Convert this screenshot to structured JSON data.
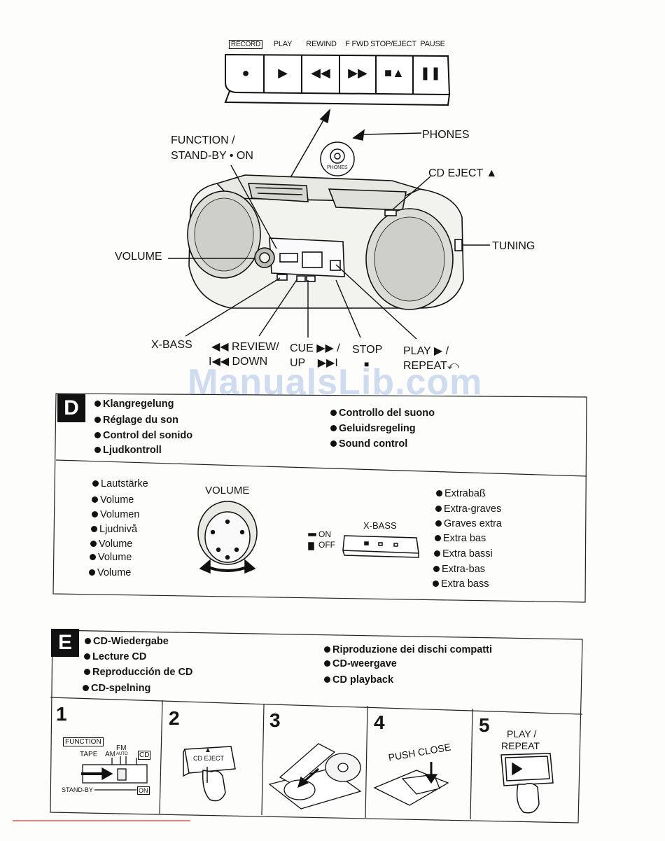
{
  "tape_panel": {
    "labels": [
      "RECORD",
      "PLAY",
      "REWIND",
      "F FWD",
      "STOP/EJECT",
      "PAUSE"
    ],
    "symbols": [
      "●",
      "▶",
      "◀◀",
      "▶▶",
      "■▲",
      "❚❚"
    ]
  },
  "callouts": {
    "function_line1": "FUNCTION /",
    "function_line2": "STAND-BY • ON",
    "phones": "PHONES",
    "phones_jack": "PHONES",
    "cd_eject": "CD EJECT ▲",
    "tuning": "TUNING",
    "volume": "VOLUME",
    "xbass": "X-BASS",
    "review_line1": "◀◀ REVIEW/",
    "review_line2": "I◀◀ DOWN",
    "cue_line1": "CUE ▶▶ /",
    "cue_line2": "UP    ▶▶I",
    "stop_line1": "STOP",
    "stop_line2": "■",
    "play_line1": "PLAY ▶ /",
    "play_line2": "REPEAT⤺"
  },
  "watermark": "ManualsLib.com",
  "section_d": {
    "letter": "D",
    "left_headings": [
      "Klangregelung",
      "Réglage du son",
      "Control del sonido",
      "Ljudkontroll"
    ],
    "right_headings": [
      "Controllo del suono",
      "Geluidsregeling",
      "Sound control"
    ],
    "volume_terms": [
      "Lautstärke",
      "Volume",
      "Volumen",
      "Ljudnivå",
      "Volume",
      "Volume",
      "Volume"
    ],
    "volume_label": "VOLUME",
    "xbass_label": "X-BASS",
    "switch_on": "ON",
    "switch_off": "OFF",
    "xbass_terms": [
      "Extrabaß",
      "Extra-graves",
      "Graves extra",
      "Extra bas",
      "Extra bassi",
      "Extra-bas",
      "Extra bass"
    ]
  },
  "section_e": {
    "letter": "E",
    "left_headings": [
      "CD-Wiedergabe",
      "Lecture CD",
      "Reproducción de CD",
      "CD-spelning"
    ],
    "right_headings": [
      "Riproduzione dei dischi compatti",
      "CD-weergave",
      "CD playback"
    ],
    "steps": [
      "1",
      "2",
      "3",
      "4",
      "5"
    ],
    "step1": {
      "function": "FUNCTION",
      "tape": "TAPE",
      "am": "AM",
      "fm": "FM",
      "fm_auto": "AUTO",
      "cd": "CD",
      "standby": "STAND-BY",
      "on": "ON"
    },
    "step2": {
      "button": "CD EJECT"
    },
    "step4": {
      "text": "PUSH CLOSE"
    },
    "step5": {
      "line1": "PLAY /",
      "line2": "REPEAT"
    }
  }
}
